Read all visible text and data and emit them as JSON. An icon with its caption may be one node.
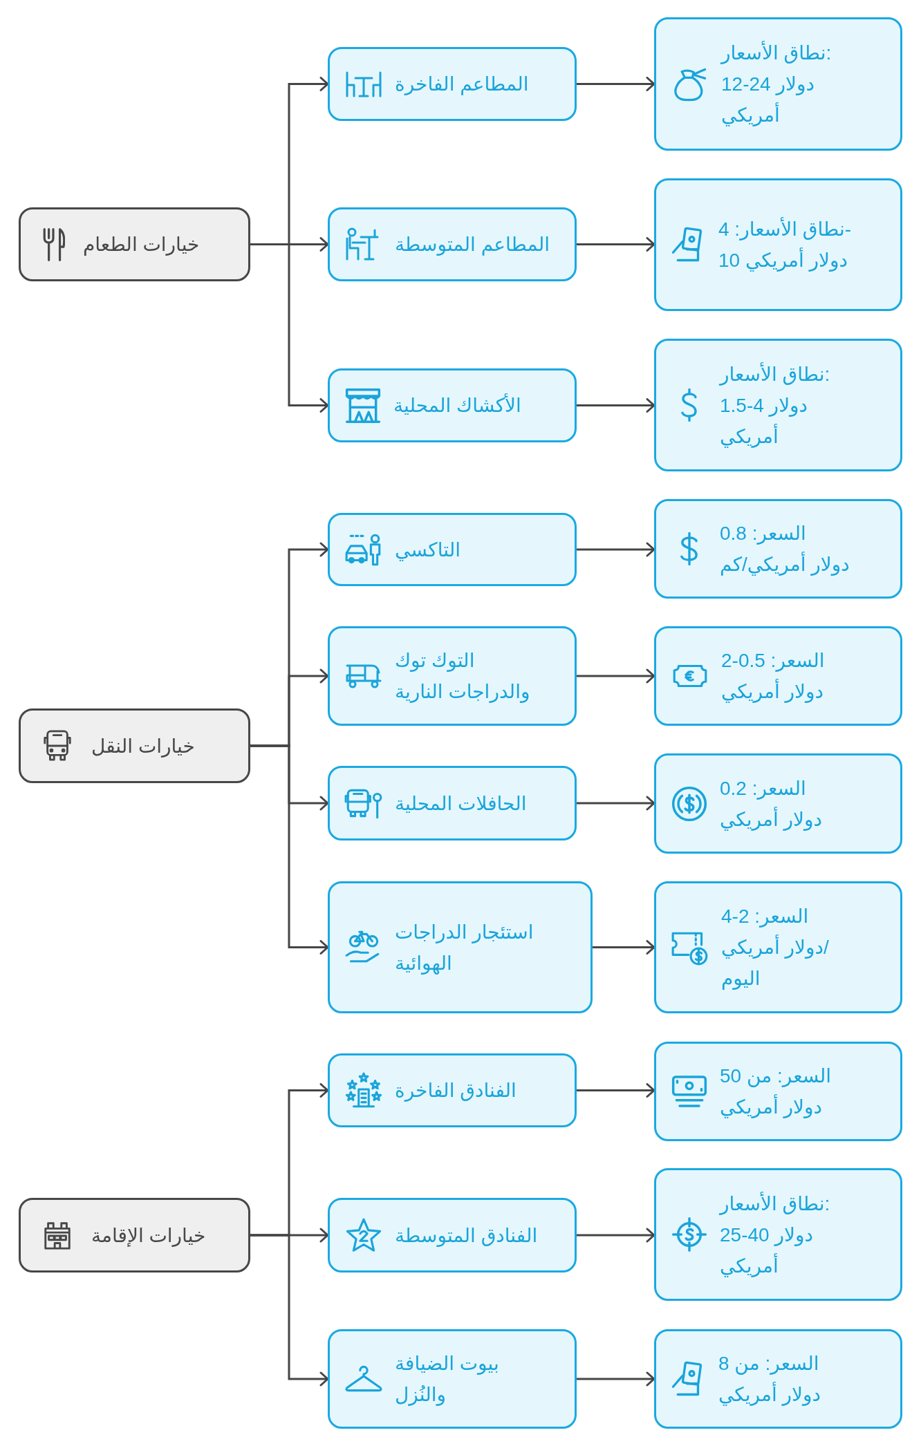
{
  "diagram": {
    "nodes": [
      {
        "text": [
          "خيارات الطعام"
        ]
      },
      {
        "text": [
          "المطاعم الفاخرة"
        ]
      },
      {
        "text": [
          "نطاق الأسعار: 12-24 دولار أمريكي"
        ]
      },
      {
        "text": [
          "المطاعم المتوسطة"
        ]
      },
      {
        "text": [
          "نطاق الأسعار: 4-10 دولار أمريكي"
        ]
      },
      {
        "text": [
          "الأكشاك المحلية"
        ]
      },
      {
        "text": [
          "نطاق الأسعار: 1.5-4 دولار أمريكي"
        ]
      },
      {
        "text": [
          "خيارات النقل"
        ]
      },
      {
        "text": [
          "التاكسي"
        ]
      },
      {
        "text": [
          "السعر: 0.8 دولار أمريكي/كم"
        ]
      },
      {
        "text": [
          "التوك توك والدراجات النارية"
        ]
      },
      {
        "text": [
          "السعر: 0.5-2 دولار أمريكي"
        ]
      },
      {
        "text": [
          "الحافلات المحلية"
        ]
      },
      {
        "text": [
          "السعر: 0.2 دولار أمريكي"
        ]
      },
      {
        "text": [
          "استئجار الدراجات الهوائية"
        ]
      },
      {
        "text": [
          "السعر: 2-4 دولار أمريكي/اليوم"
        ]
      },
      {
        "text": [
          "خيارات الإقامة"
        ]
      },
      {
        "text": [
          "الفنادق الفاخرة"
        ]
      },
      {
        "text": [
          "السعر: من 50 دولار أمريكي"
        ]
      },
      {
        "text": [
          "الفنادق المتوسطة"
        ]
      },
      {
        "text": [
          "نطاق الأسعار: 25-40 دولار أمريكي"
        ]
      },
      {
        "text": [
          "بيوت الضيافة والنُزل"
        ]
      },
      {
        "text": [
          "السعر: من 8 دولار أمريكي"
        ]
      }
    ],
    "edges": [
      {
        "from": 0,
        "to": 1,
        "arrow": "to"
      },
      {
        "from": 0,
        "to": 3,
        "arrow": "to"
      },
      {
        "from": 0,
        "to": 5,
        "arrow": "to"
      },
      {
        "from": 1,
        "to": 2,
        "arrow": "to"
      },
      {
        "from": 3,
        "to": 4,
        "arrow": "to"
      },
      {
        "from": 5,
        "to": 6,
        "arrow": "to"
      },
      {
        "from": 7,
        "to": 8,
        "arrow": "to"
      },
      {
        "from": 7,
        "to": 10,
        "arrow": "to"
      },
      {
        "from": 7,
        "to": 12,
        "arrow": "to"
      },
      {
        "from": 7,
        "to": 14,
        "arrow": "to"
      },
      {
        "from": 8,
        "to": 9,
        "arrow": "to"
      },
      {
        "from": 10,
        "to": 11,
        "arrow": "to"
      },
      {
        "from": 12,
        "to": 13,
        "arrow": "to"
      },
      {
        "from": 14,
        "to": 15,
        "arrow": "to"
      },
      {
        "from": 16,
        "to": 17,
        "arrow": "to"
      },
      {
        "from": 16,
        "to": 19,
        "arrow": "to"
      },
      {
        "from": 16,
        "to": 21,
        "arrow": "to"
      },
      {
        "from": 17,
        "to": 18,
        "arrow": "to"
      },
      {
        "from": 19,
        "to": 20,
        "arrow": "to"
      },
      {
        "from": 21,
        "to": 22,
        "arrow": "to"
      }
    ]
  }
}
